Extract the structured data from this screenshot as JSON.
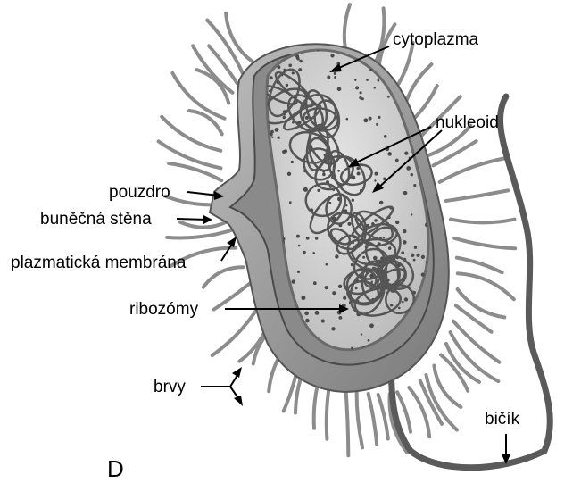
{
  "labels": {
    "cytoplazma": "cytoplazma",
    "nukleoid": "nukleoid",
    "pouzdro": "pouzdro",
    "bunecna_stena": "buněčná stěna",
    "plazmaticka_membrana": "plazmatická membrána",
    "ribozomy": "ribozómy",
    "brvy": "brvy",
    "bicik": "bičík"
  },
  "panel_letter": "D",
  "colors": {
    "line": "#000000",
    "pili": "#8c8c8c",
    "capsule": "#9c9c9c",
    "wall": "#707070",
    "cytoplasm": "#d3d3d3",
    "nucleoid": "#555555"
  }
}
